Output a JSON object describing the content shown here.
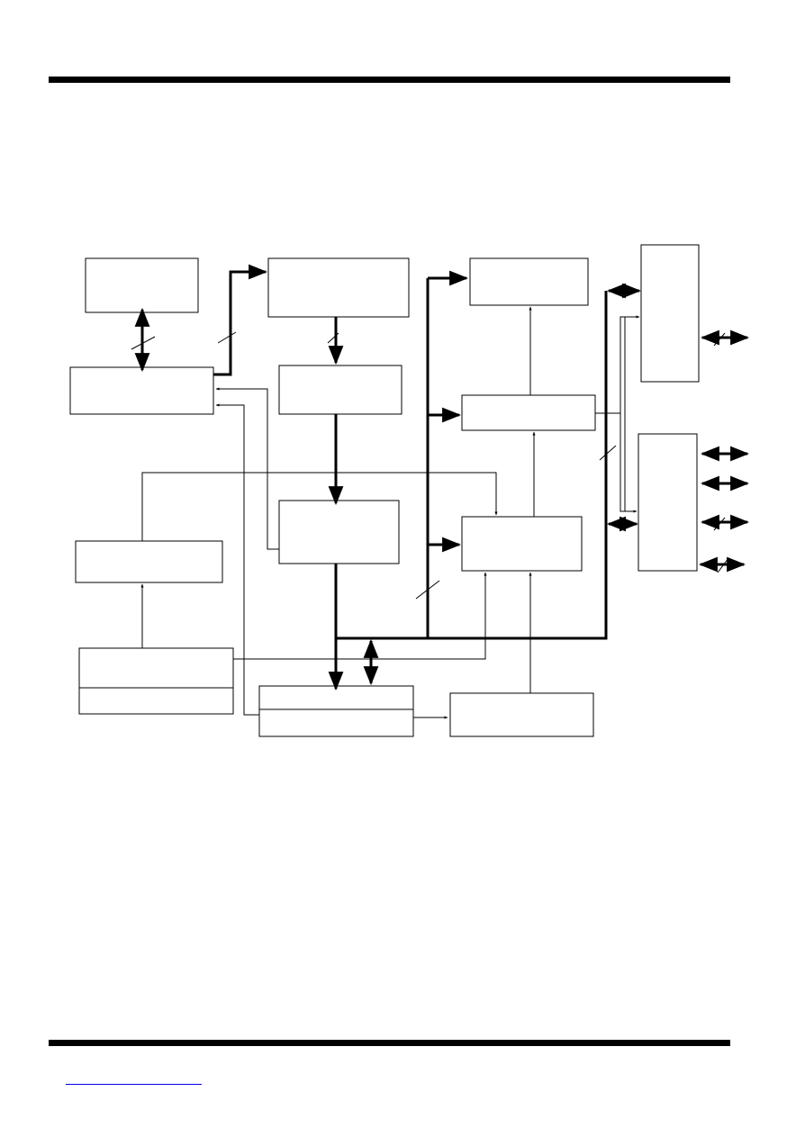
{
  "header": {
    "rule_color": "#000000"
  },
  "footer": {
    "rule_color": "#000000",
    "link_color": "#0000ee",
    "link_text": ""
  },
  "diagram": {
    "blocks": [
      {
        "id": "block-a"
      },
      {
        "id": "block-b"
      },
      {
        "id": "block-c"
      },
      {
        "id": "block-d"
      },
      {
        "id": "block-e"
      },
      {
        "id": "block-f"
      },
      {
        "id": "block-g"
      },
      {
        "id": "block-h"
      },
      {
        "id": "block-i"
      },
      {
        "id": "block-j"
      },
      {
        "id": "block-k"
      },
      {
        "id": "block-l"
      },
      {
        "id": "block-m"
      },
      {
        "id": "block-n"
      },
      {
        "id": "block-o"
      }
    ]
  }
}
